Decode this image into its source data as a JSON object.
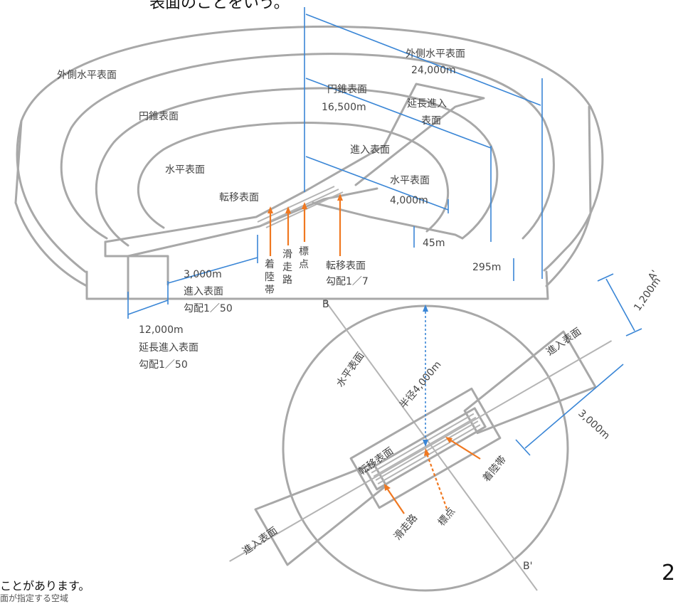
{
  "header_fragment": "表面のことをいう。",
  "footer_fragment": "ことがあります。",
  "footer_fragment2": "面が指定する空域",
  "page_number": "2",
  "colors": {
    "structure": "#a8a8a8",
    "dimension": "#3a86d6",
    "pointer": "#f07820"
  },
  "top_view": {
    "outer_horizontal_left": "外側水平表面",
    "outer_horizontal_right": "外側水平表面",
    "conical_left": "円錐表面",
    "conical_right": "円錐表面",
    "extended_approach_1": "延長進入",
    "extended_approach_2": "表面",
    "approach": "進入表面",
    "horizontal_left": "水平表面",
    "horizontal_right": "水平表面",
    "transition": "転移表面",
    "dim_24000": "24,000m",
    "dim_16500": "16,500m",
    "dim_4000": "4,000m",
    "dim_45": "45m",
    "dim_295": "295m",
    "dim_3000": "3,000m",
    "approach_slope_1": "進入表面",
    "approach_slope_2": "勾配1／50",
    "dim_12000": "12,000m",
    "ext_approach_slope_1": "延長進入表面",
    "ext_approach_slope_2": "勾配1／50",
    "landing_strip_v": [
      "着",
      "陸",
      "帯"
    ],
    "runway_v": [
      "滑",
      "走",
      "路"
    ],
    "reference_point_v": [
      "標",
      "点"
    ],
    "transition_slope_1": "転移表面",
    "transition_slope_2": "勾配1／7"
  },
  "plan_view": {
    "b_top": "B",
    "b_bottom": "B'",
    "a_top": "A'",
    "dim_1200": "1,200m",
    "approach_top": "進入表面",
    "approach_bottom": "進入表面",
    "horizontal": "水平表面",
    "radius": "半径4,000m",
    "dim_3000": "3,000m",
    "transition": "転移表面",
    "landing_strip": "着陸帯",
    "runway": "滑走路",
    "reference_point": "標点"
  }
}
